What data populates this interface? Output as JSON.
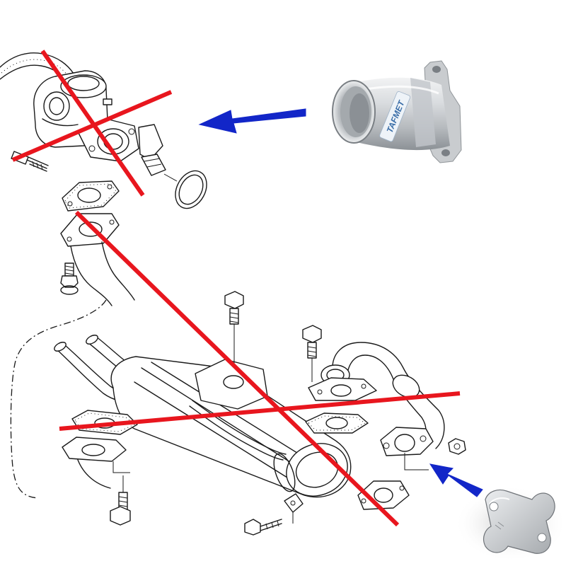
{
  "diagram": {
    "brand_label": "TAFMET",
    "colors": {
      "background": "#ffffff",
      "line_art": "#1a1a1a",
      "cross_out": "#e8161e",
      "arrow": "#1226c8",
      "metal_light": "#e6e8ea",
      "metal_dark": "#8c9196"
    },
    "icons": {
      "replacement_pipe": "aluminium-pipe-photo",
      "replacement_plate": "blanking-plate-photo"
    }
  }
}
